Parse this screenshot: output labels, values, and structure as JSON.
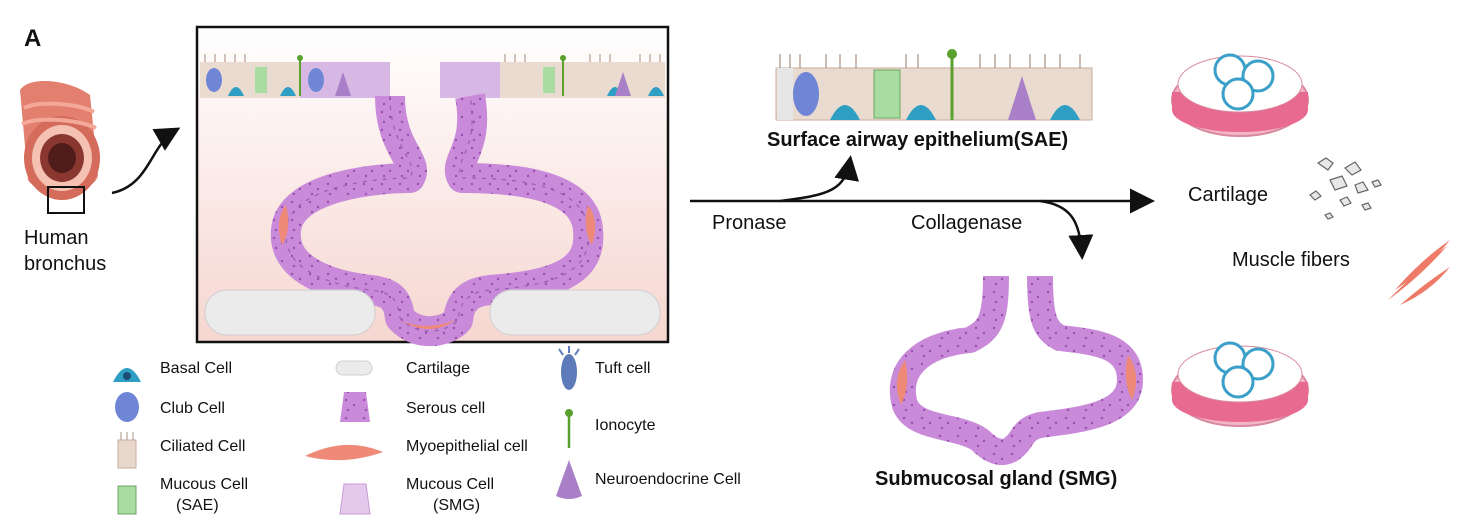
{
  "panel_label": "A",
  "bronchus_label": [
    "Human",
    "bronchus"
  ],
  "steps": {
    "pronase": "Pronase",
    "collagenase": "Collagenase"
  },
  "products": {
    "sae": "Surface airway epithelium(SAE)",
    "smg": "Submucosal gland (SMG)",
    "cartilage": "Cartilage",
    "muscle": "Muscle fibers"
  },
  "legend": {
    "basal": "Basal Cell",
    "club": "Club Cell",
    "ciliated": "Ciliated Cell",
    "mucous_sae": [
      "Mucous Cell",
      "(SAE)"
    ],
    "cartilage": "Cartilage",
    "serous": "Serous cell",
    "myoepithelial": "Myoepithelial cell",
    "mucous_smg": [
      "Mucous Cell",
      "(SMG)"
    ],
    "tuft": "Tuft cell",
    "ionocyte": "Ionocyte",
    "neuroendocrine": "Neuroendocrine Cell"
  },
  "colors": {
    "basal": "#2e9fc2",
    "club": "#6f86d6",
    "ciliated": "#e8d8cc",
    "mucous_sae": "#a8dca0",
    "serous": "#c77fd6",
    "mucous_smg": "#e4c9ec",
    "myoepithelial": "#f08a78",
    "ionocyte": "#5aa02c",
    "neuroendocrine": "#a97fc8",
    "dish": "#e86a90"
  }
}
